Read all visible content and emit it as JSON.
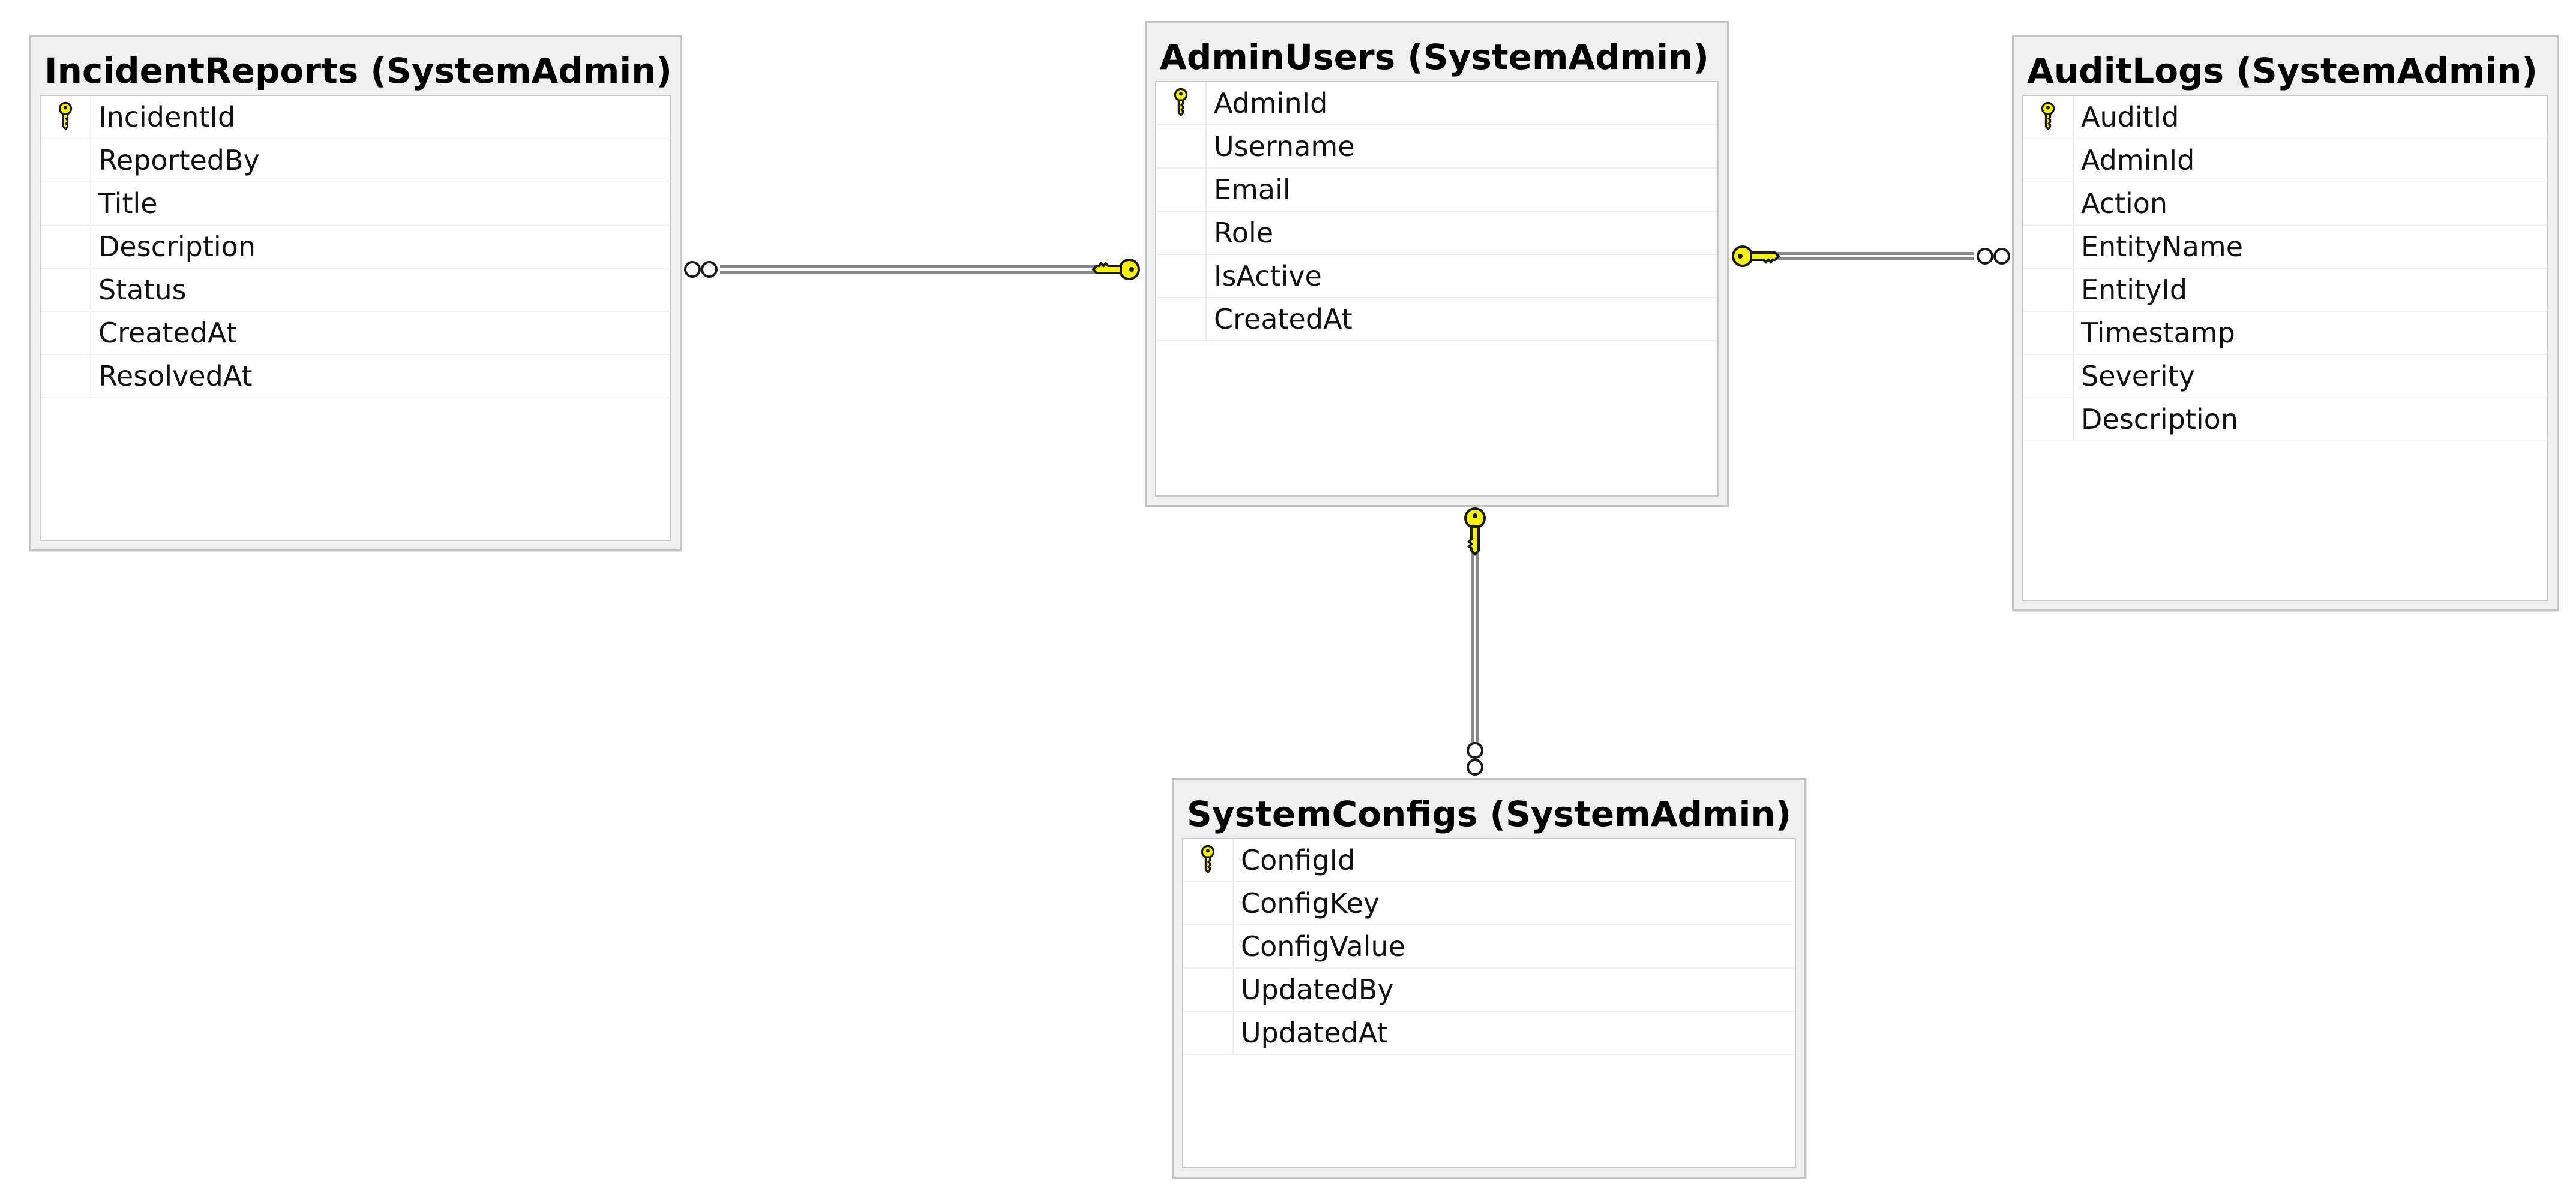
{
  "diagram": {
    "colors": {
      "line": "#8a8a8a",
      "key_fill": "#f5ef16",
      "key_stroke": "#1a1a1a",
      "table_bg": "#f0f0f0",
      "table_border": "#c4c4c4"
    },
    "tables": [
      {
        "title": "IncidentReports (SystemAdmin)",
        "columns": [
          {
            "name": "IncidentId",
            "pk": true
          },
          {
            "name": "ReportedBy",
            "pk": false
          },
          {
            "name": "Title",
            "pk": false
          },
          {
            "name": "Description",
            "pk": false
          },
          {
            "name": "Status",
            "pk": false
          },
          {
            "name": "CreatedAt",
            "pk": false
          },
          {
            "name": "ResolvedAt",
            "pk": false
          }
        ]
      },
      {
        "title": "AdminUsers (SystemAdmin)",
        "columns": [
          {
            "name": "AdminId",
            "pk": true
          },
          {
            "name": "Username",
            "pk": false
          },
          {
            "name": "Email",
            "pk": false
          },
          {
            "name": "Role",
            "pk": false
          },
          {
            "name": "IsActive",
            "pk": false
          },
          {
            "name": "CreatedAt",
            "pk": false
          }
        ]
      },
      {
        "title": "AuditLogs (SystemAdmin)",
        "columns": [
          {
            "name": "AuditId",
            "pk": true
          },
          {
            "name": "AdminId",
            "pk": false
          },
          {
            "name": "Action",
            "pk": false
          },
          {
            "name": "EntityName",
            "pk": false
          },
          {
            "name": "EntityId",
            "pk": false
          },
          {
            "name": "Timestamp",
            "pk": false
          },
          {
            "name": "Severity",
            "pk": false
          },
          {
            "name": "Description",
            "pk": false
          }
        ]
      },
      {
        "title": "SystemConfigs (SystemAdmin)",
        "columns": [
          {
            "name": "ConfigId",
            "pk": true
          },
          {
            "name": "ConfigKey",
            "pk": false
          },
          {
            "name": "ConfigValue",
            "pk": false
          },
          {
            "name": "UpdatedBy",
            "pk": false
          },
          {
            "name": "UpdatedAt",
            "pk": false
          }
        ]
      }
    ],
    "relationships": [
      {
        "from": "IncidentReports (SystemAdmin)",
        "to": "AdminUsers (SystemAdmin)",
        "from_end": "many",
        "to_end": "one-key"
      },
      {
        "from": "AuditLogs (SystemAdmin)",
        "to": "AdminUsers (SystemAdmin)",
        "from_end": "many",
        "to_end": "one-key"
      },
      {
        "from": "SystemConfigs (SystemAdmin)",
        "to": "AdminUsers (SystemAdmin)",
        "from_end": "many",
        "to_end": "one-key"
      }
    ]
  }
}
